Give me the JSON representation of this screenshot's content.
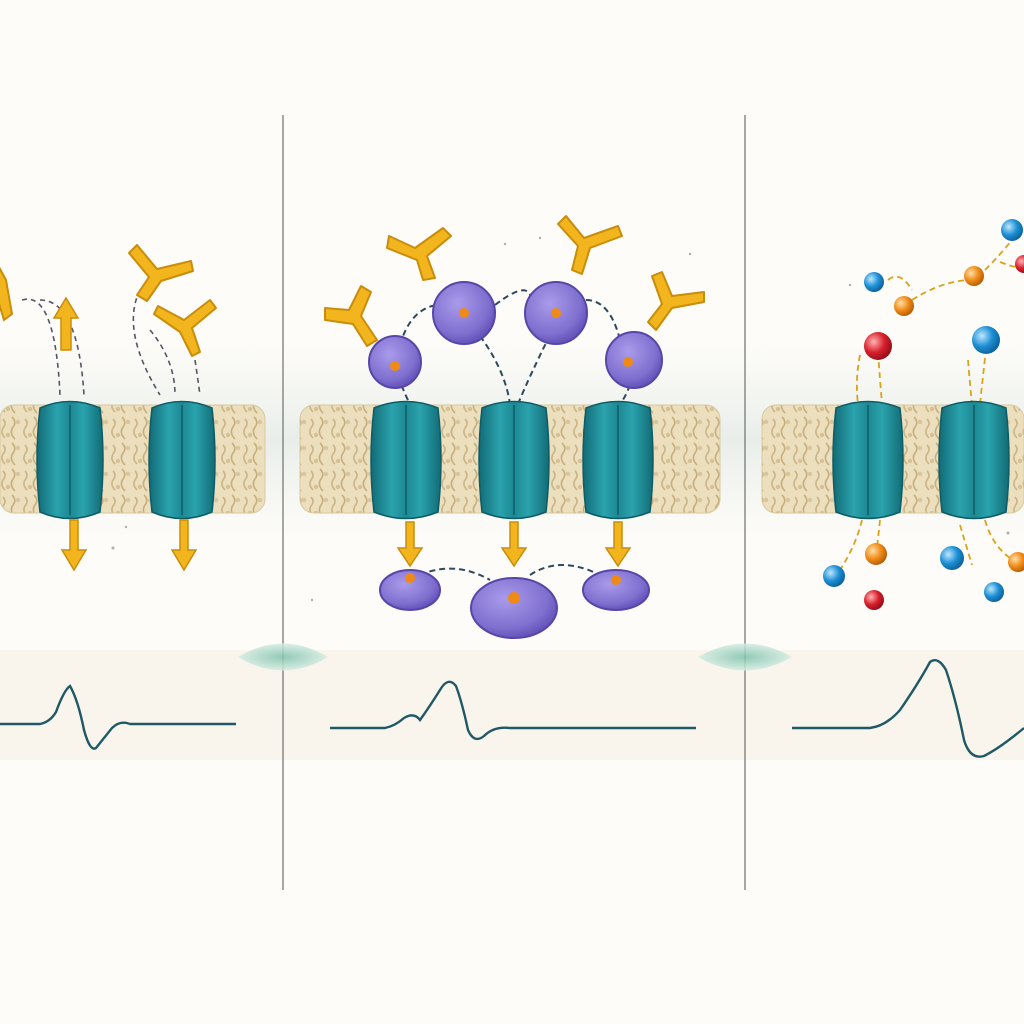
{
  "figure": {
    "panel_count": 3,
    "panels": [
      {
        "ligand": "y-shaped-ligand",
        "channels": 2,
        "signal": "small-action-potential"
      },
      {
        "ligand": "y-shaped-ligand",
        "intermediate": "purple-vesicle",
        "channels": 3,
        "signal": "medium-action-potential"
      },
      {
        "ligand": "ions",
        "channels": 2,
        "signal": "large-action-potential"
      }
    ],
    "colors": {
      "background": "#fdfcf9",
      "membrane": "#e9dcb9",
      "membrane_texture": "#cdb98a",
      "channel": "#1f8f9a",
      "channel_dark": "#126b76",
      "ligand": "#f2b51d",
      "ligand_dark": "#c98d0c",
      "vesicle": "#7f6fcf",
      "vesicle_dark": "#5746a8",
      "trace": "#1f5866",
      "ion_blue": "#1c8fd4",
      "ion_red": "#d81f2c",
      "ion_orange": "#ef8a17",
      "connector": "#9ecfc2"
    }
  }
}
